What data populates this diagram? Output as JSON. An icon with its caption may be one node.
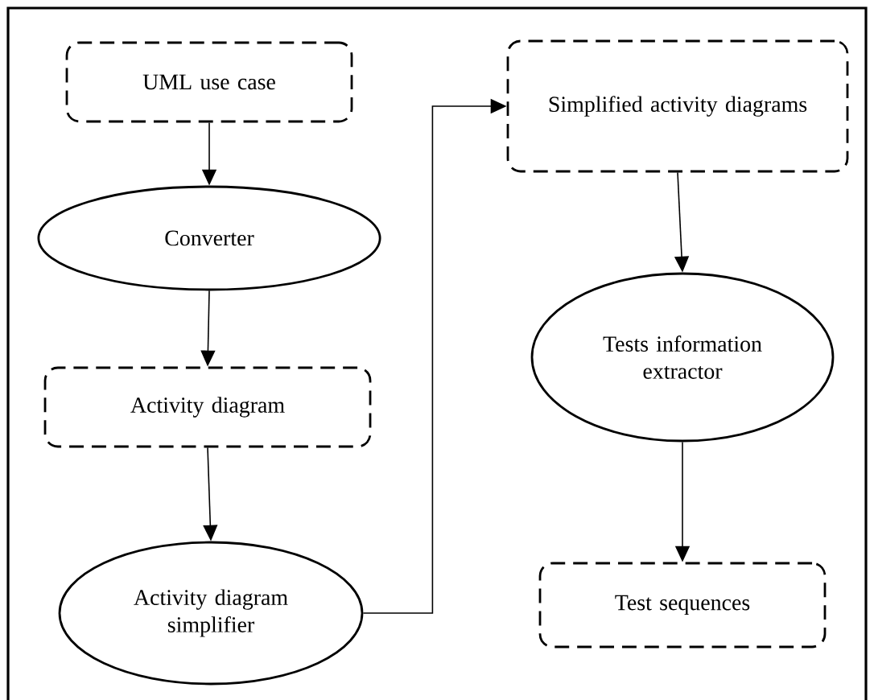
{
  "diagram": {
    "nodes": [
      {
        "text": [
          "UML use case"
        ]
      },
      {
        "text": [
          "Converter"
        ]
      },
      {
        "text": [
          "Activity diagram"
        ]
      },
      {
        "text": [
          "Activity diagram simplifier"
        ]
      },
      {
        "text": [
          "Simplified activity diagrams"
        ]
      },
      {
        "text": [
          "Tests information extractor"
        ]
      },
      {
        "text": [
          "Test sequences"
        ]
      }
    ],
    "edges": [
      {
        "from": 0,
        "to": 1,
        "arrow": "to"
      },
      {
        "from": 1,
        "to": 2,
        "arrow": "to"
      },
      {
        "from": 2,
        "to": 3,
        "arrow": "to"
      },
      {
        "from": 3,
        "to": 4,
        "arrow": "to"
      },
      {
        "from": 4,
        "to": 5,
        "arrow": "to"
      },
      {
        "from": 5,
        "to": 6,
        "arrow": "to"
      }
    ]
  }
}
